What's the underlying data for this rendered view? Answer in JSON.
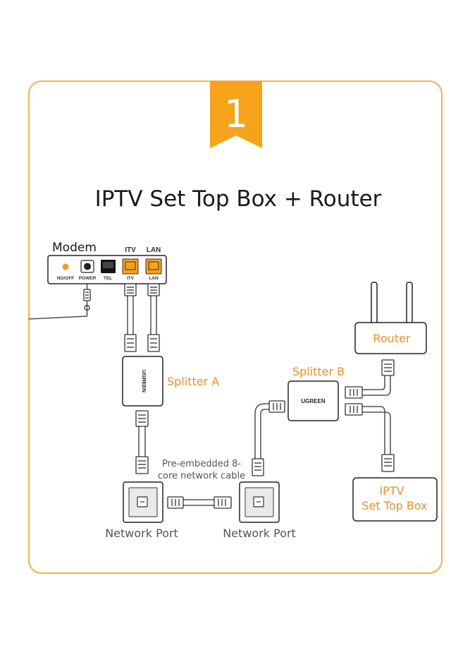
{
  "badge": {
    "number": "1",
    "color": "#f7a21b"
  },
  "title": "IPTV Set Top Box + Router",
  "colors": {
    "accent": "#f7a21b",
    "border": "#f2b04a",
    "text": "#1a1a1a",
    "label_orange": "#e8902a"
  },
  "modem": {
    "label": "Modem",
    "port_top_labels": {
      "itv": "ITV",
      "lan": "LAN"
    },
    "port_labels": {
      "onoff": "NO/OFF",
      "power": "POWER",
      "tel": "TEL",
      "itv": "ITV",
      "lan": "LAN"
    }
  },
  "splitter_a": {
    "label": "Splitter A",
    "brand": "UGREEN"
  },
  "splitter_b": {
    "label": "Splitter B",
    "brand": "UGREEN"
  },
  "router": {
    "label": "Router"
  },
  "set_top_box": {
    "label_line1": "IPTV",
    "label_line2": "Set Top Box"
  },
  "network_port_left": {
    "label": "Network Port"
  },
  "network_port_right": {
    "label": "Network Port"
  },
  "cable_note": {
    "line1": "Pre-embedded 8-",
    "line2": "core network cable"
  }
}
